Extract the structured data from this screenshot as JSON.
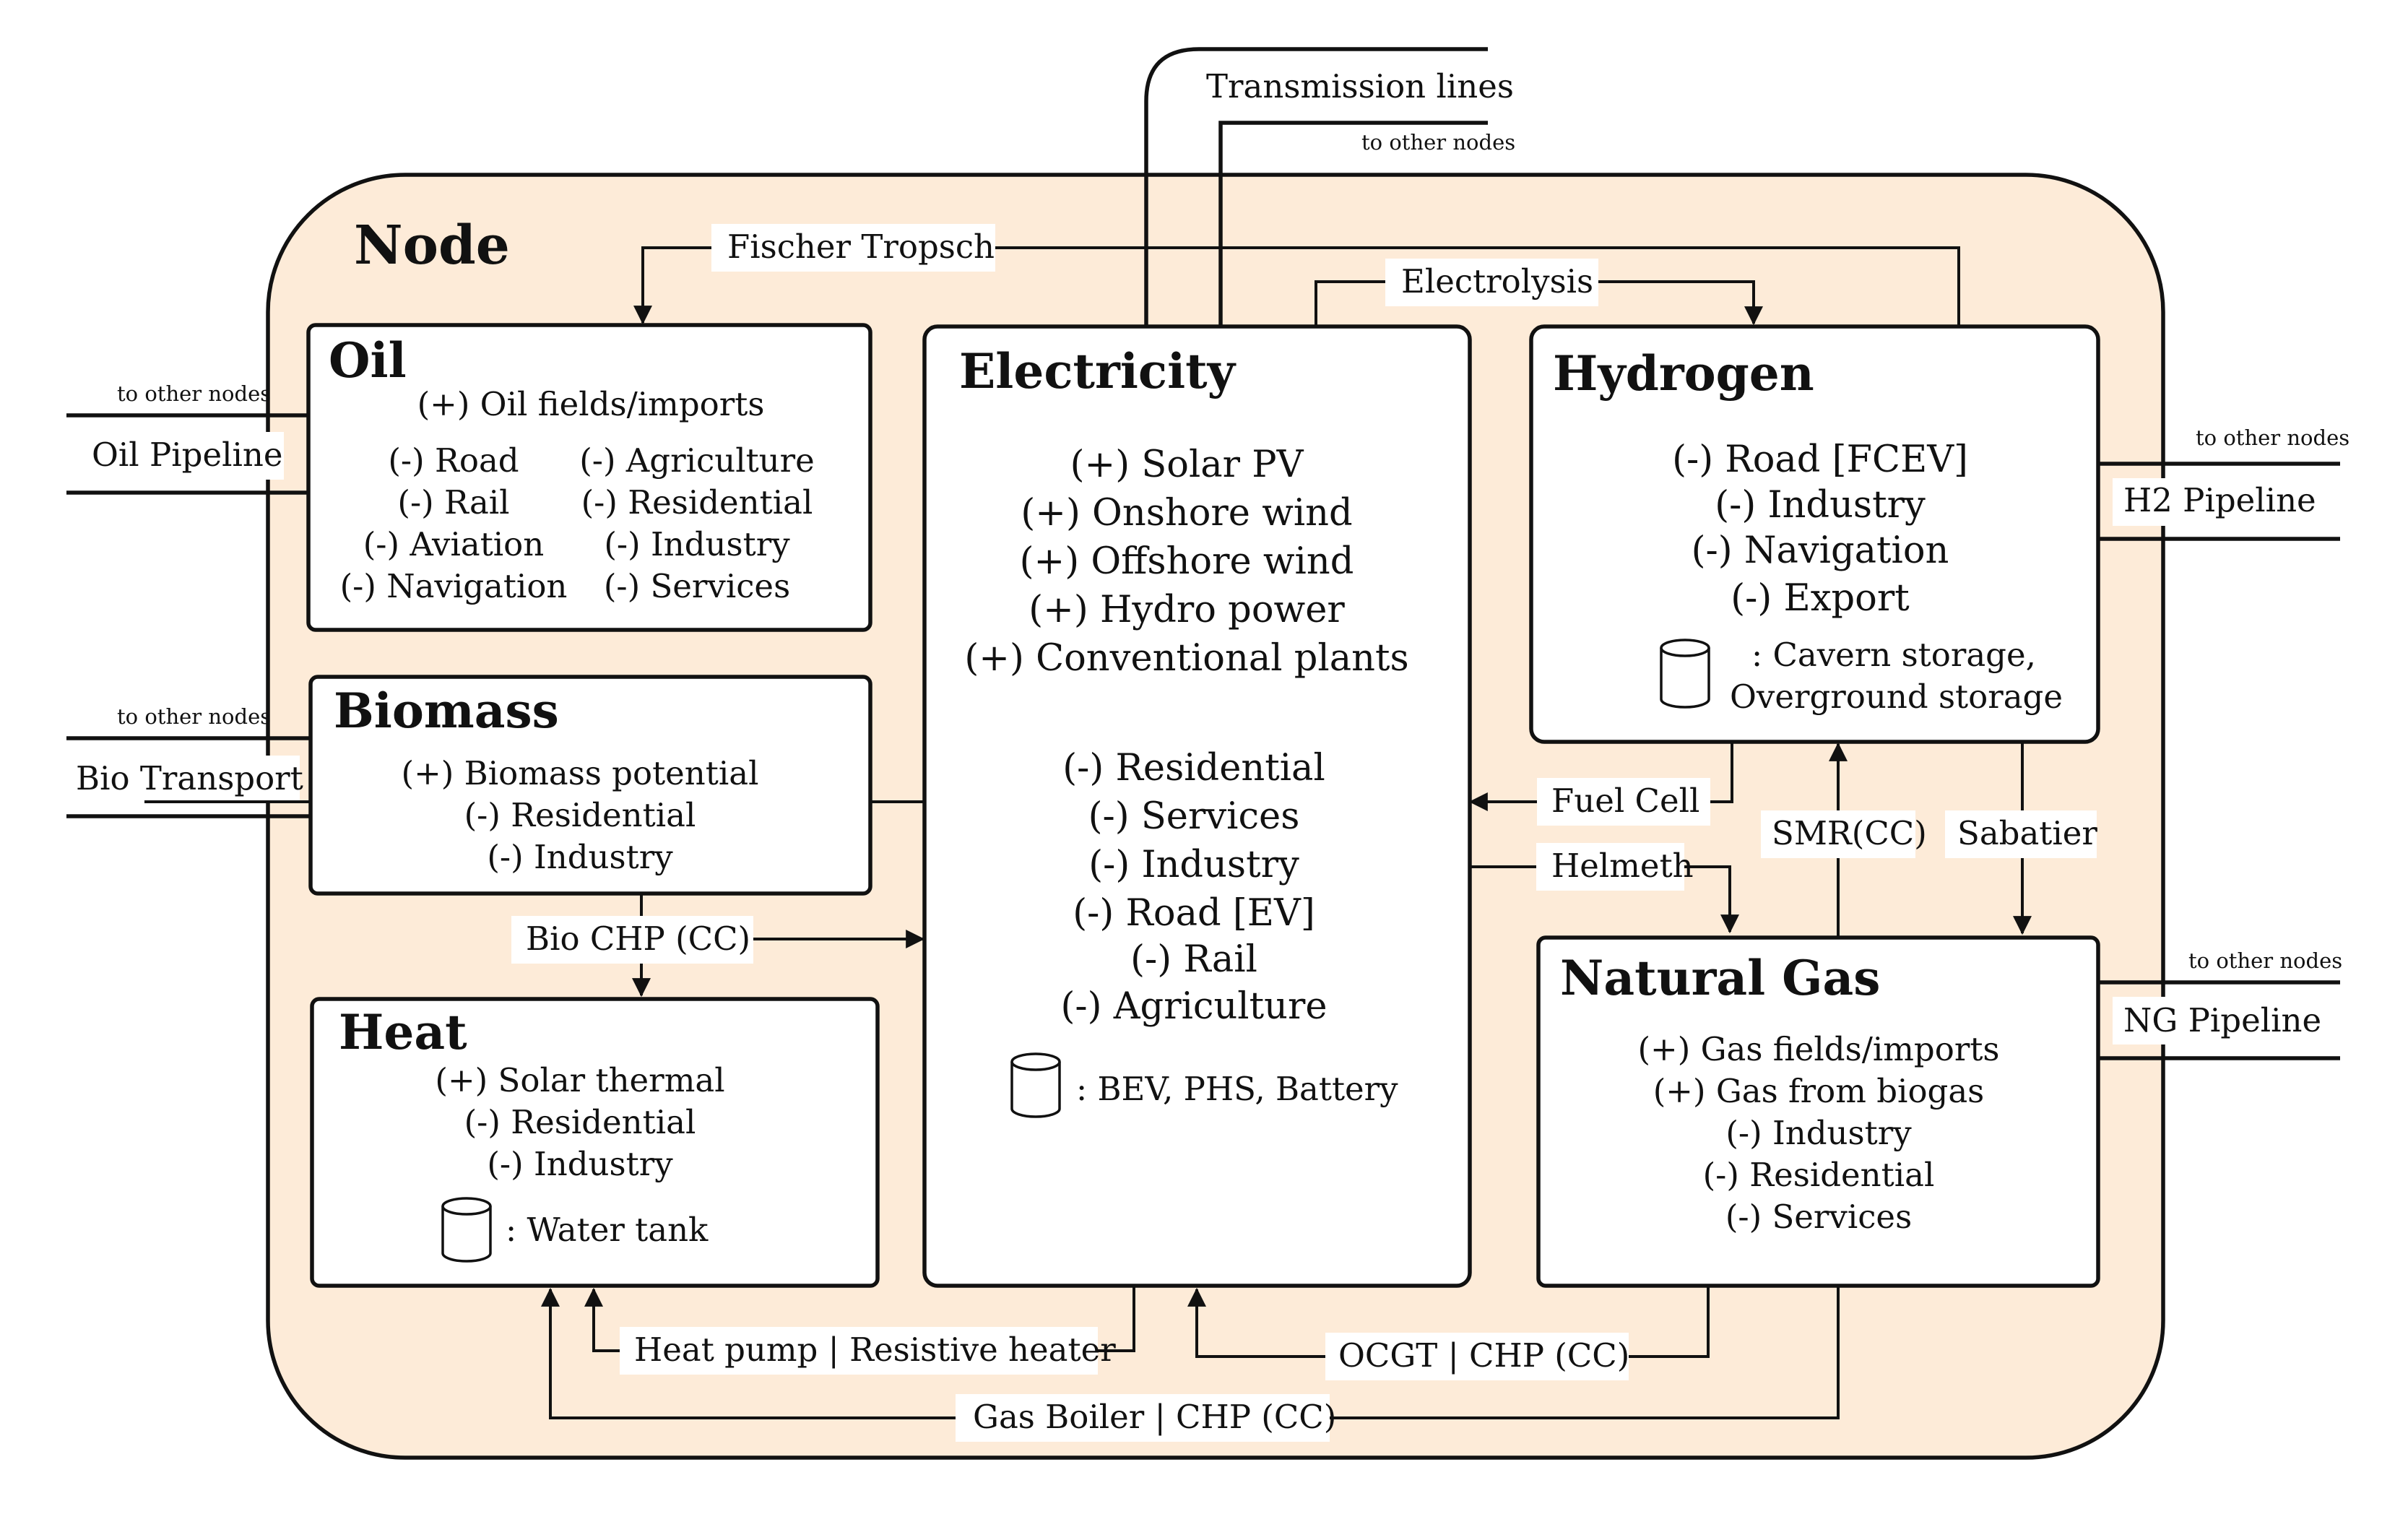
{
  "node_title": "Node",
  "transmission": {
    "label": "Transmission lines",
    "sub": "to other nodes"
  },
  "oil": {
    "title": "Oil",
    "source": "(+) Oil fields/imports",
    "col1": [
      "(-) Road",
      "(-) Rail",
      "(-) Aviation",
      "(-) Navigation"
    ],
    "col2": [
      "(-) Agriculture",
      "(-) Residential",
      "(-) Industry",
      "(-) Services"
    ],
    "pipeline": "Oil Pipeline",
    "pipeline_sub": "to other nodes"
  },
  "biomass": {
    "title": "Biomass",
    "items": [
      "(+) Biomass potential",
      "(-) Residential",
      "(-) Industry"
    ],
    "transport": "Bio Transport",
    "transport_sub": "to other nodes"
  },
  "heat": {
    "title": "Heat",
    "items": [
      "(+) Solar thermal",
      "(-) Residential",
      "(-) Industry"
    ],
    "storage": ": Water tank"
  },
  "electricity": {
    "title": "Electricity",
    "supply": [
      "(+) Solar PV",
      "(+) Onshore wind",
      "(+) Offshore wind",
      "(+) Hydro power",
      "(+) Conventional plants"
    ],
    "demand": [
      "(-) Residential",
      "(-) Services",
      "(-) Industry",
      "(-) Road [EV]",
      "(-) Rail",
      "(-) Agriculture"
    ],
    "storage": ": BEV, PHS, Battery"
  },
  "hydrogen": {
    "title": "Hydrogen",
    "items": [
      "(-) Road [FCEV]",
      "(-) Industry",
      "(-) Navigation",
      "(-) Export"
    ],
    "storage_1": ": Cavern storage,",
    "storage_2": "Overground storage",
    "pipeline": "H2 Pipeline",
    "pipeline_sub": "to other nodes"
  },
  "natural_gas": {
    "title": "Natural Gas",
    "items": [
      "(+) Gas fields/imports",
      "(+) Gas from biogas",
      "(-) Industry",
      "(-) Residential",
      "(-) Services"
    ],
    "pipeline": "NG Pipeline",
    "pipeline_sub": "to other nodes"
  },
  "connections": {
    "fischer_tropsch": "Fischer Tropsch",
    "electrolysis": "Electrolysis",
    "fuel_cell": "Fuel Cell",
    "helmeth": "Helmeth",
    "smr": "SMR(CC)",
    "sabatier": "Sabatier",
    "bio_chp": "Bio CHP (CC)",
    "heat_pump": "Heat pump | Resistive heater",
    "ocgt": "OCGT | CHP (CC)",
    "gas_boiler": "Gas Boiler | CHP (CC)"
  },
  "colors": {
    "node_fill": "#fdebd8",
    "stroke": "#111111",
    "box_fill": "#ffffff"
  }
}
